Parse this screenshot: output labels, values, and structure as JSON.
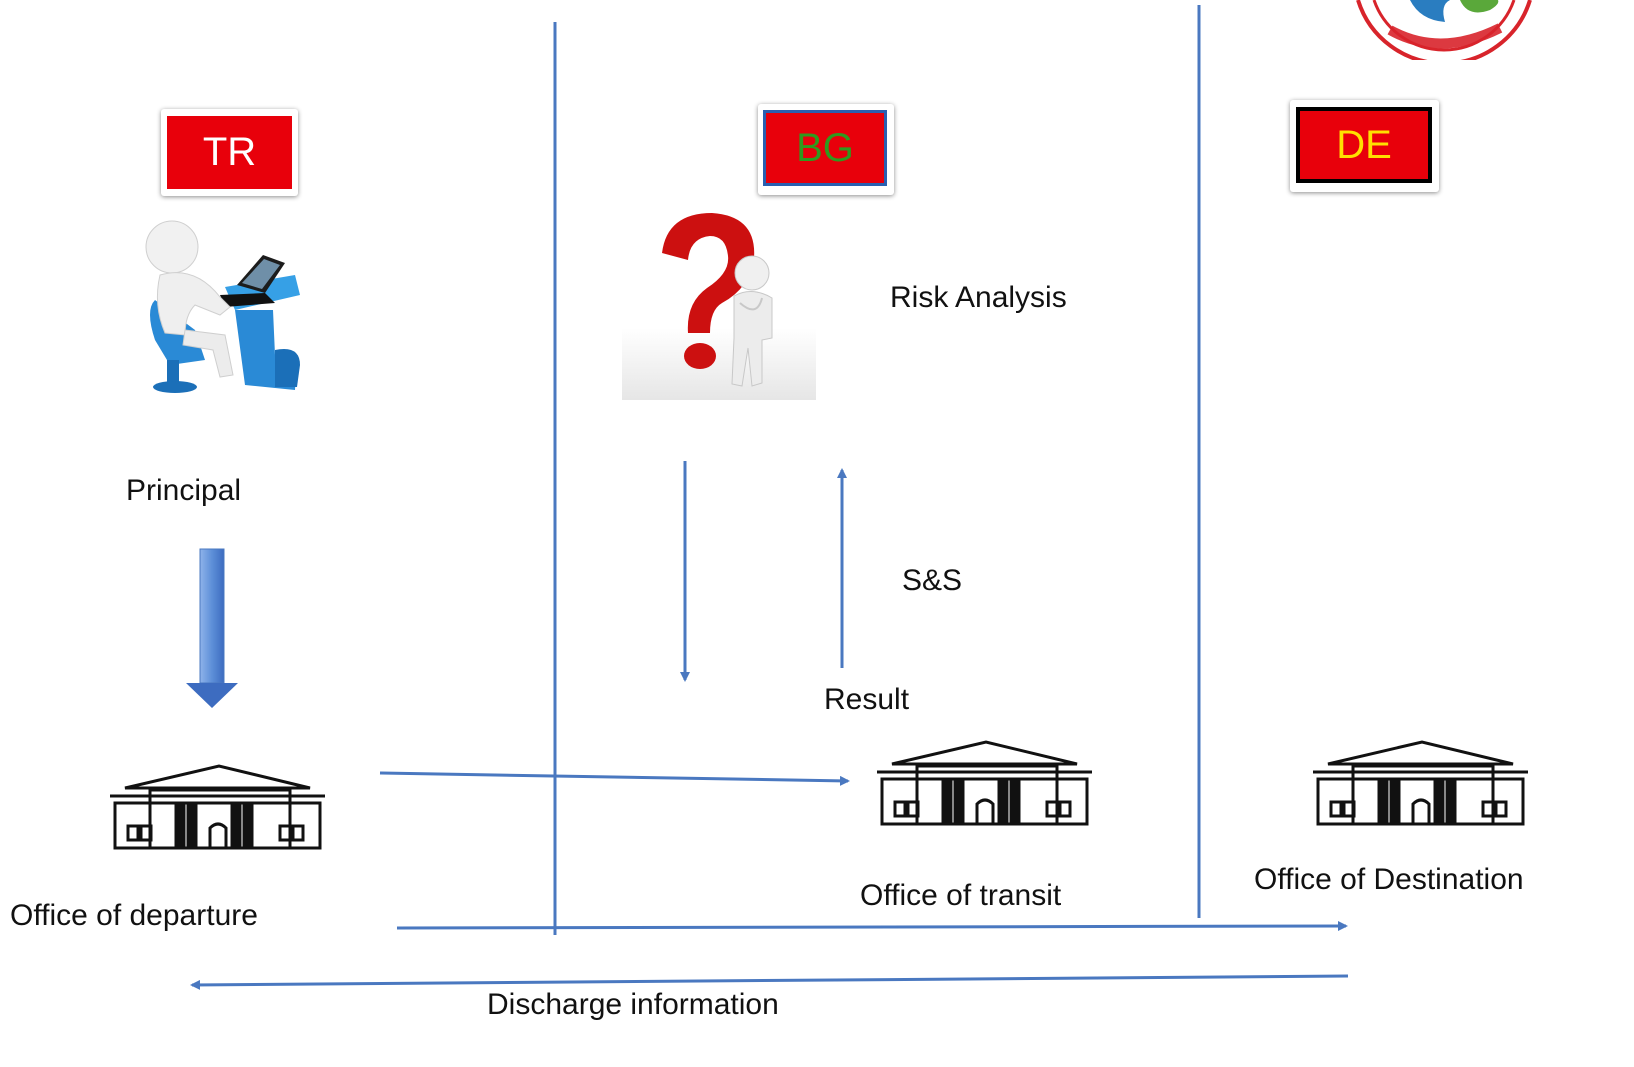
{
  "country_codes": {
    "departure": {
      "code": "TR",
      "text_color": "#ffffff",
      "border_color": "#e8000b"
    },
    "transit": {
      "code": "BG",
      "text_color": "#2f9a1e",
      "border_color": "#2a5fb0"
    },
    "destination": {
      "code": "DE",
      "text_color": "#ffe000",
      "border_color": "#000000"
    }
  },
  "labels": {
    "principal": "Principal",
    "risk_analysis": "Risk Analysis",
    "ss": "S&S",
    "result": "Result",
    "office_departure": "Office of departure",
    "office_transit": "Office of transit",
    "office_destination": "Office of Destination",
    "discharge": "Discharge information"
  },
  "icons": {
    "principal": "person-at-laptop-icon",
    "risk": "question-mark-person-icon",
    "office": "customs-office-building-icon",
    "seal": "ministry-of-customs-seal-icon"
  },
  "colors": {
    "line_blue": "#4a78c0",
    "flag_red": "#e8000b"
  }
}
